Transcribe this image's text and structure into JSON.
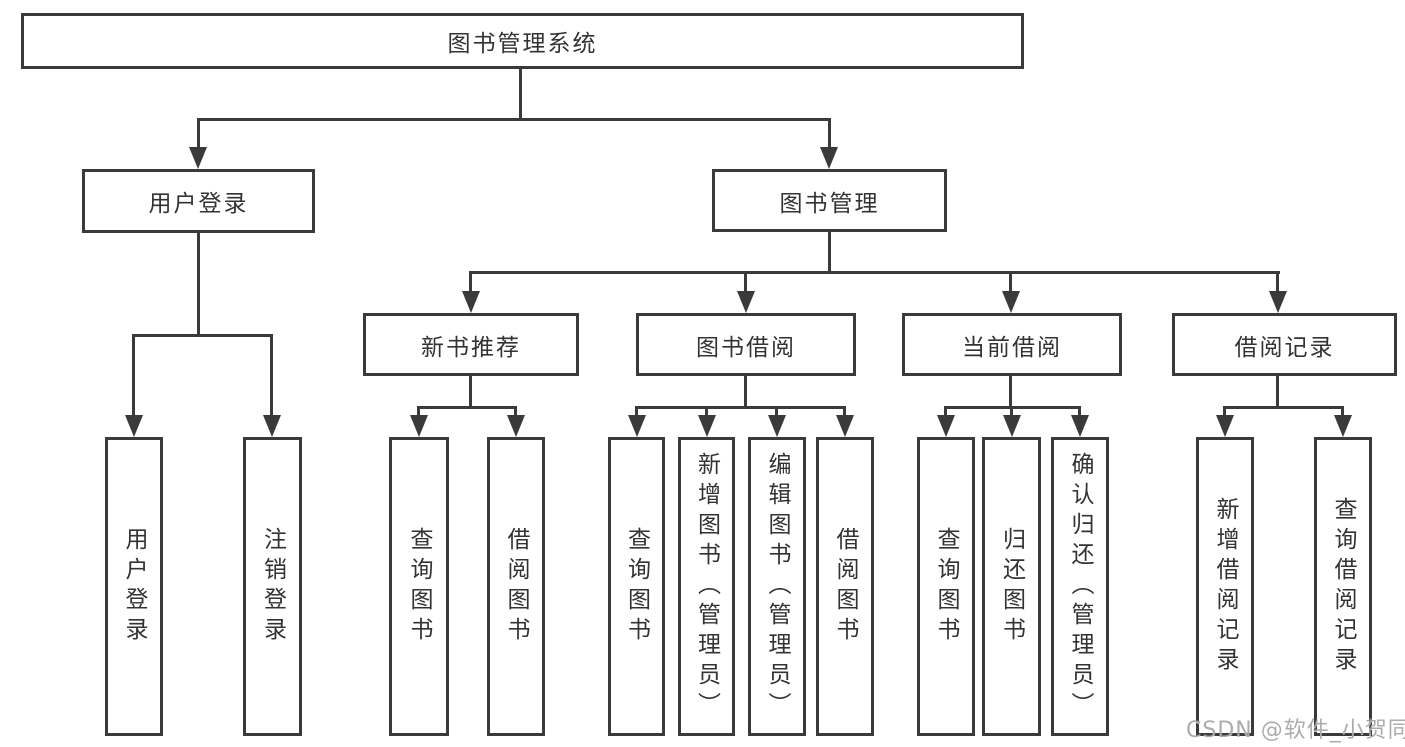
{
  "diagram": {
    "root": {
      "label": "图书管理系统"
    },
    "level1": [
      {
        "label": "用户登录"
      },
      {
        "label": "图书管理"
      }
    ],
    "level2": [
      {
        "label": "新书推荐"
      },
      {
        "label": "图书借阅"
      },
      {
        "label": "当前借阅"
      },
      {
        "label": "借阅记录"
      }
    ],
    "leaves": {
      "user_login": [
        {
          "label": "用户登录"
        },
        {
          "label": "注销登录"
        }
      ],
      "new_book_recommend": [
        {
          "label": "查询图书"
        },
        {
          "label": "借阅图书"
        }
      ],
      "book_borrow": [
        {
          "label": "查询图书"
        },
        {
          "label": "新增图书（管理员）"
        },
        {
          "label": "编辑图书（管理员）"
        },
        {
          "label": "借阅图书"
        }
      ],
      "current_borrow": [
        {
          "label": "查询图书"
        },
        {
          "label": "归还图书"
        },
        {
          "label": "确认归还（管理员）"
        }
      ],
      "borrow_record": [
        {
          "label": "新增借阅记录"
        },
        {
          "label": "查询借阅记录"
        }
      ]
    }
  },
  "watermark": {
    "text": "CSDN @软件_小贺同学"
  },
  "colors": {
    "line": "#3a3a3a",
    "text": "#333333",
    "watermark": "#9e9e9e",
    "background": "#ffffff"
  }
}
